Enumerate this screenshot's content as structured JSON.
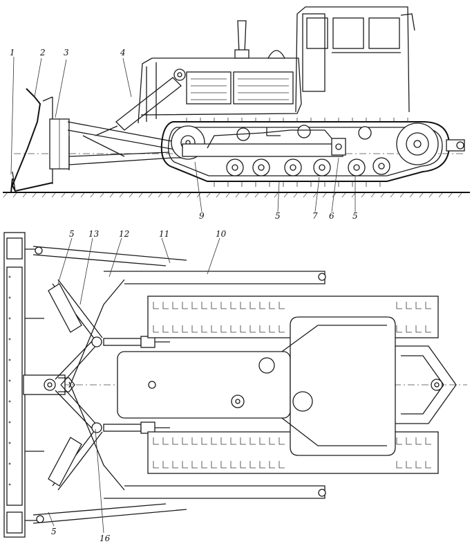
{
  "figure": {
    "side_view_labels": [
      "1",
      "2",
      "3",
      "4",
      "9",
      "5",
      "7",
      "6",
      "5"
    ],
    "plan_view_labels": [
      "5",
      "13",
      "12",
      "11",
      "10",
      "5",
      "16"
    ]
  }
}
